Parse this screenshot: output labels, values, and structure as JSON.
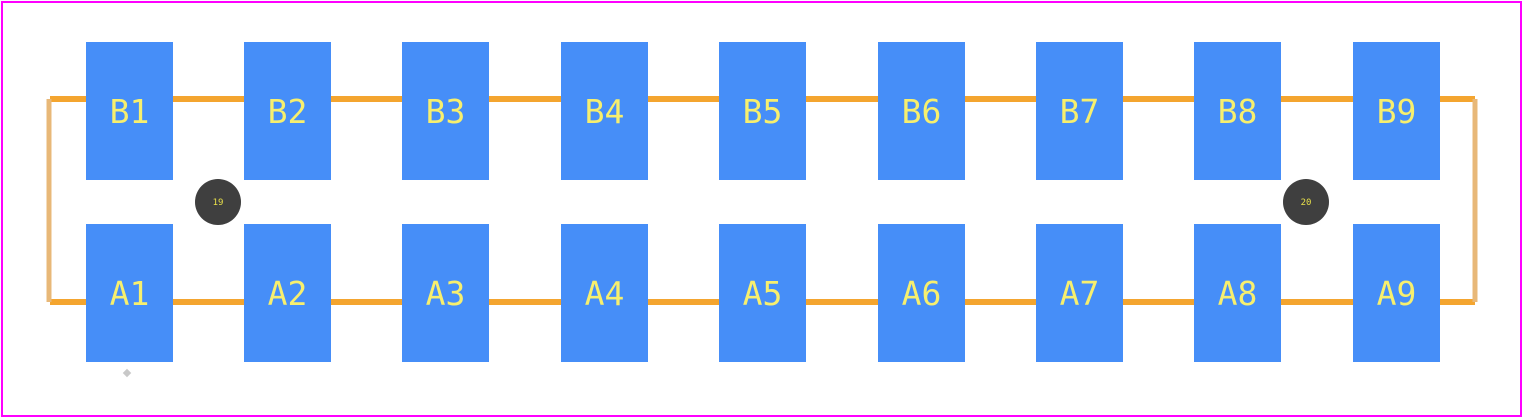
{
  "colors": {
    "background": "#ffffff",
    "border": "#ff00ff",
    "trace": "#f4a52f",
    "edge": "#e8b878",
    "pad": "#468ef8",
    "pad_label": "#f7ef6e",
    "hole": "#3f3f3f",
    "hole_label": "#e8e04a",
    "marker": "#c8c8c8"
  },
  "pads_top": [
    "B1",
    "B2",
    "B3",
    "B4",
    "B5",
    "B6",
    "B7",
    "B8",
    "B9"
  ],
  "pads_bottom": [
    "A1",
    "A2",
    "A3",
    "A4",
    "A5",
    "A6",
    "A7",
    "A8",
    "A9"
  ],
  "mounting_holes": [
    "19",
    "20"
  ]
}
